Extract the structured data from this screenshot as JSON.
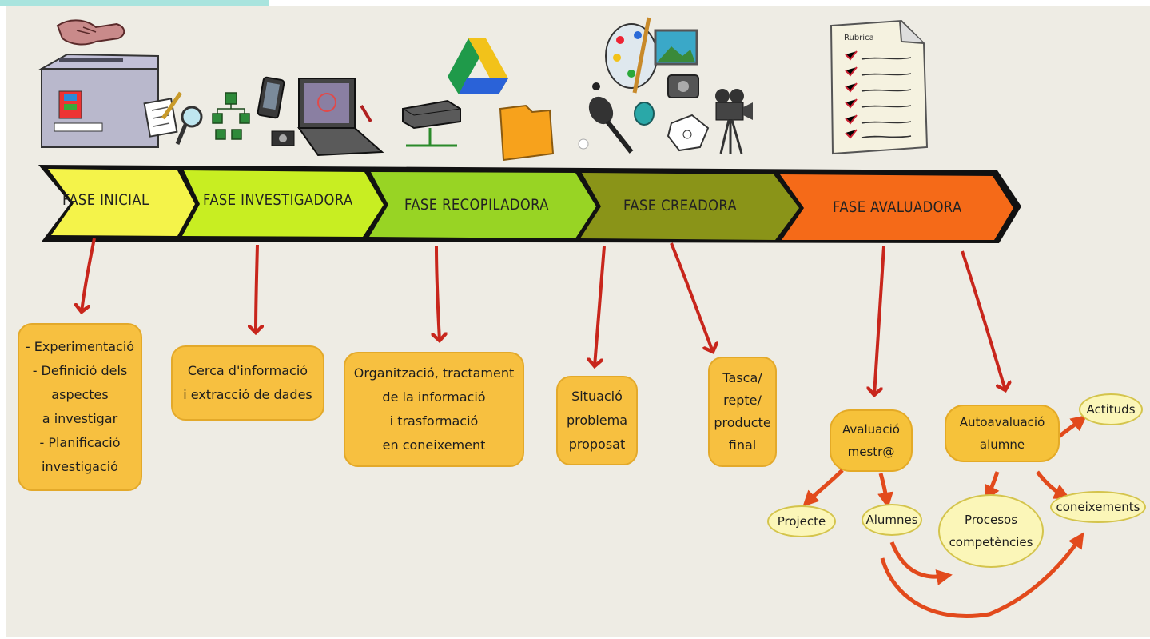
{
  "colors": {
    "background": "#eeece4",
    "phase_inicial": "#f4f34a",
    "phase_investigadora": "#c8ee22",
    "phase_recopiladora": "#98d424",
    "phase_creadora": "#8a9418",
    "phase_avaluadora": "#f56a18",
    "arrow_red": "#c8261c",
    "arrow_orange": "#e24a1c",
    "box_fill": "#f7c040",
    "oval_light": "#fbf6b8"
  },
  "phases": [
    {
      "label": "FASE INICIAL"
    },
    {
      "label": "FASE INVESTIGADORA"
    },
    {
      "label": "FASE RECOPILADORA"
    },
    {
      "label": "FASE CREADORA"
    },
    {
      "label": "FASE AVALUADORA"
    }
  ],
  "boxes": {
    "inicial": "- Experimentació\n- Definició dels\naspectes\na investigar\n- Planificació\ninvestigació",
    "investigadora": "Cerca d'informació\ni extracció de dades",
    "recopiladora": "Organització, tractament\nde la informació\ni trasformació\nen coneixement",
    "situacio": "Situació\nproblema\nproposat",
    "tasca": "Tasca/\nrepte/\nproducte\nfinal"
  },
  "evaluation": {
    "avaluacio_mestre": "Avaluació\nmestr@",
    "autoavaluacio": "Autoavaluació\nalumne",
    "projecte": "Projecte",
    "alumnes": "Alumnes",
    "procesos": "Procesos\ncompetències",
    "actituds": "Actituds",
    "coneixements": "coneixements"
  },
  "icons": [
    "handshake-icon",
    "ballot-box-icon",
    "checklist-icon",
    "magnifier-icon",
    "org-chart-icon",
    "smartphone-icon",
    "camera-icon",
    "laptop-icon",
    "network-storage-icon",
    "google-drive-icon",
    "folder-icon",
    "palette-icon",
    "picture-icon",
    "microphone-icon",
    "webcam-icon",
    "film-camera-icon",
    "assessment-sheet-icon"
  ],
  "assessment_sheet_title": "Rubrica"
}
